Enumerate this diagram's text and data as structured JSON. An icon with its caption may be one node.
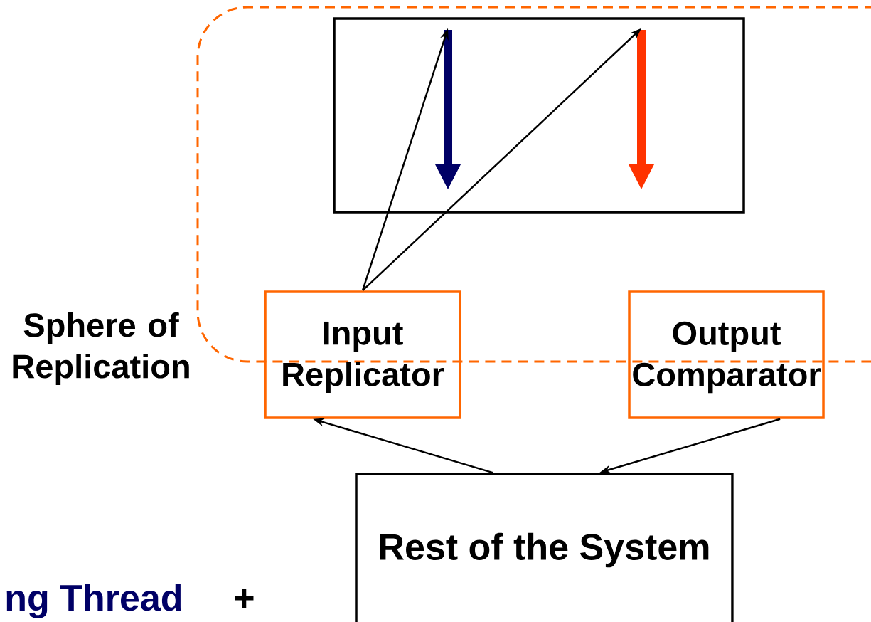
{
  "diagram": {
    "nodes": [
      {
        "text": [
          "Sphere of Replication"
        ]
      },
      {
        "text": [],
        "shape": "box",
        "in": 0
      },
      {
        "text": [],
        "shape": "arrow",
        "in": 1
      },
      {
        "text": [],
        "shape": "arrow",
        "in": 1
      },
      {
        "text": [
          "Input Replicator"
        ]
      },
      {
        "text": [
          "Output Comparator"
        ]
      },
      {
        "text": [
          "Rest of the System"
        ]
      }
    ],
    "edges": [
      {
        "from": 4,
        "to": 2,
        "arrow": "to"
      },
      {
        "from": 4,
        "to": 3,
        "arrow": "to"
      },
      {
        "from": 6,
        "to": 4,
        "arrow": "to"
      },
      {
        "from": 5,
        "to": 6,
        "arrow": "to"
      }
    ],
    "labels": [
      "ng Thread",
      "+"
    ]
  }
}
